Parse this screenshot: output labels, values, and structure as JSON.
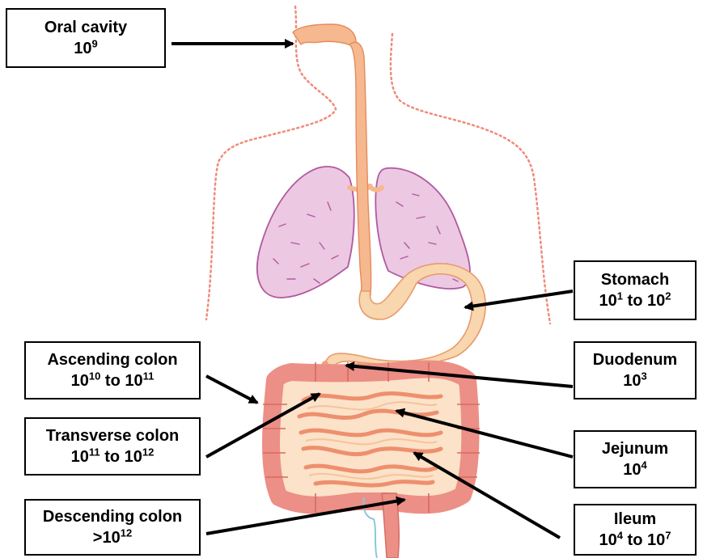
{
  "regions": {
    "oral_cavity": {
      "name": "Oral cavity",
      "count": [
        {
          "b": "10",
          "e": "9"
        }
      ]
    },
    "stomach": {
      "name": "Stomach",
      "count": [
        {
          "b": "10",
          "e": "1"
        },
        {
          "t": " to "
        },
        {
          "b": "10",
          "e": "2"
        }
      ]
    },
    "duodenum": {
      "name": "Duodenum",
      "count": [
        {
          "b": "10",
          "e": "3"
        }
      ]
    },
    "jejunum": {
      "name": "Jejunum",
      "count": [
        {
          "b": "10",
          "e": "4"
        }
      ]
    },
    "ileum": {
      "name": "Ileum",
      "count": [
        {
          "b": "10",
          "e": "4"
        },
        {
          "t": " to "
        },
        {
          "b": "10",
          "e": "7"
        }
      ]
    },
    "ascending_colon": {
      "name": "Ascending colon",
      "count": [
        {
          "b": "10",
          "e": "10"
        },
        {
          "t": " to "
        },
        {
          "b": "10",
          "e": "11"
        }
      ]
    },
    "transverse_colon": {
      "name": "Transverse colon",
      "count": [
        {
          "b": "10",
          "e": "11"
        },
        {
          "t": " to "
        },
        {
          "b": "10",
          "e": "12"
        }
      ]
    },
    "descending_colon": {
      "name": "Descending colon",
      "count": [
        {
          "t": ">"
        },
        {
          "b": "10",
          "e": "12"
        }
      ]
    }
  },
  "colors": {
    "body_outline": "#f08a7a",
    "lung_fill": "#ecc8e2",
    "lung_stroke": "#b05aa0",
    "esophagus": "#f6b88e",
    "stomach_fill": "#f8d6ae",
    "intestine": "#f3a07e",
    "colon": "#ec8f86"
  }
}
